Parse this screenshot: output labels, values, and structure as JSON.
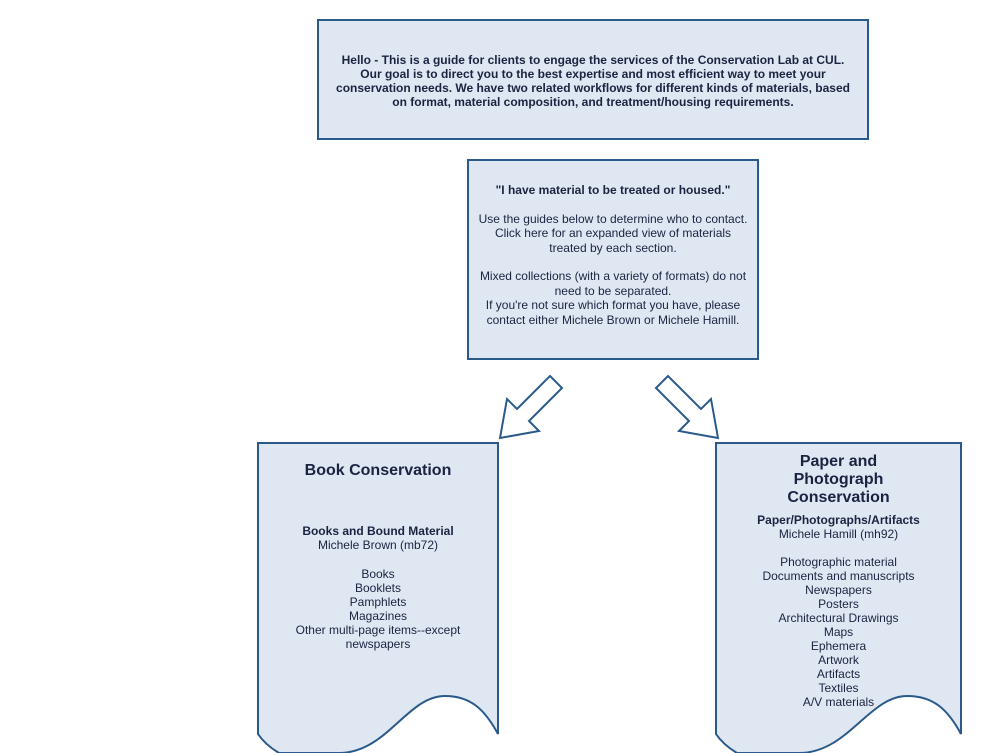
{
  "intro": {
    "text": "Hello - This is a guide for clients to engage the services of the Conservation Lab at CUL. Our goal is to direct you to the best expertise and most efficient way to meet your conservation needs. We have two related workflows for different kinds of materials, based on format, material composition, and treatment/housing requirements."
  },
  "material": {
    "heading": "\"I have material to be treated or housed.\"",
    "guide_text": "Use the guides below to determine who to contact.  Click here for an expanded view of materials treated by each section.",
    "mixed_text": "Mixed collections (with a variety of formats) do not need to be separated.",
    "unsure_text": "If you're not sure which format you have, please contact either Michele Brown or Michele Hamill."
  },
  "book": {
    "title": "Book Conservation",
    "subhead": "Books and Bound Material",
    "contact": "Michele Brown (mb72)",
    "items": [
      "Books",
      "Booklets",
      "Pamphlets",
      "Magazines",
      "Other multi-page items--except newspapers"
    ]
  },
  "paper": {
    "title": "Paper and Photograph Conservation",
    "subhead": "Paper/Photographs/Artifacts",
    "contact": "Michele Hamill (mh92)",
    "items": [
      "Photographic material",
      "Documents and manuscripts",
      "Newspapers",
      "Posters",
      "Architectural Drawings",
      "Maps",
      "Ephemera",
      "Artwork",
      "Artifacts",
      "Textiles",
      "A/V materials"
    ]
  },
  "colors": {
    "box_fill": "#dfe7f3",
    "box_stroke": "#2a5a8a",
    "text": "#1b2340"
  }
}
